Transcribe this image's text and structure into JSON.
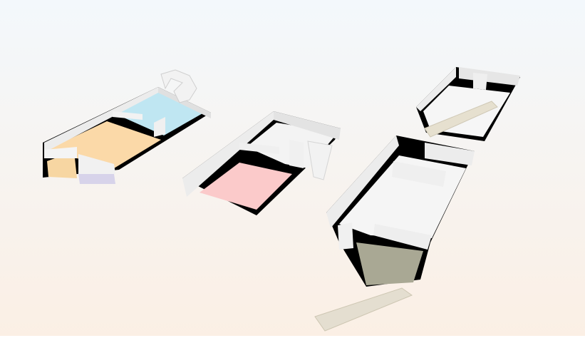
{
  "scene": {
    "background_top": "#f3f8fc",
    "background_bottom": "#fbefe4",
    "wall_color": "#ececec",
    "wall_edge": "#000000",
    "floor_blue": "#bfe6f2",
    "floor_orange": "#fbd9a8",
    "floor_pink": "#fbcaca",
    "floor_olive": "#a9a894",
    "floor_gray": "#f4f4f4",
    "stairs_color": "#ddd8c8"
  },
  "models": [
    {
      "name": "floorplan-left",
      "rooms": [
        "blue-room",
        "orange-room",
        "small-orange-room",
        "lavender-room"
      ]
    },
    {
      "name": "floorplan-middle",
      "rooms": [
        "pink-room",
        "gray-room"
      ]
    },
    {
      "name": "floorplan-right-top",
      "rooms": [
        "gray-room"
      ]
    },
    {
      "name": "floorplan-right-bottom",
      "rooms": [
        "gray-room-1",
        "gray-room-2",
        "gray-room-3",
        "olive-room"
      ]
    }
  ]
}
